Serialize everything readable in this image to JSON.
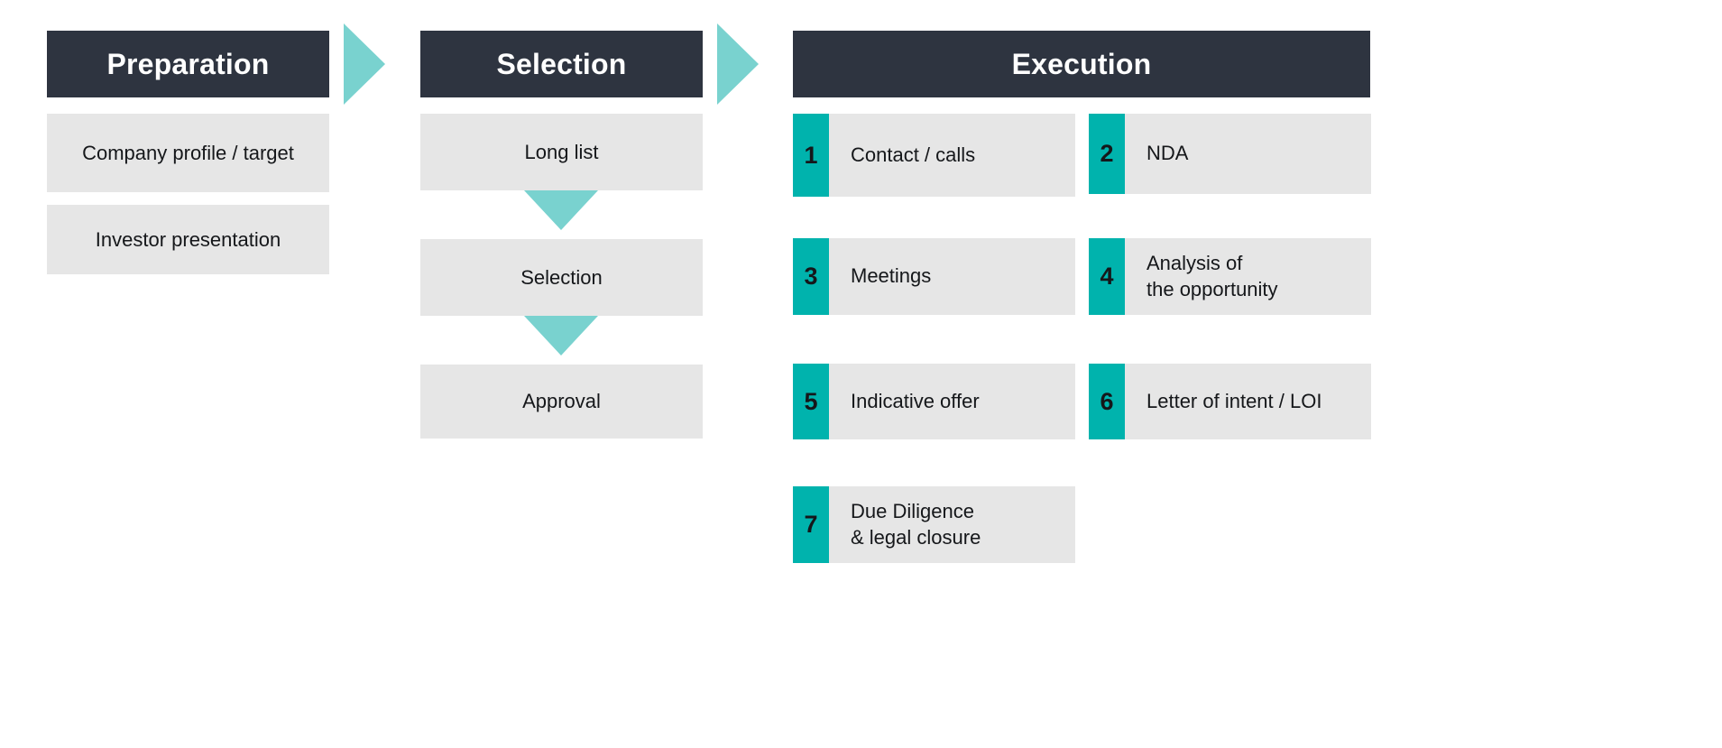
{
  "theme": {
    "header_bg": "#2e3440",
    "header_text": "#ffffff",
    "box_bg": "#e6e6e6",
    "box_text": "#15171a",
    "accent_teal": "#00b3ad",
    "arrow_teal": "#79d2cf",
    "page_bg": "#ffffff"
  },
  "columns": {
    "preparation": {
      "title": "Preparation",
      "items": [
        {
          "label": "Company profile / target"
        },
        {
          "label": "Investor presentation"
        }
      ]
    },
    "selection": {
      "title": "Selection",
      "items": [
        {
          "label": "Long list"
        },
        {
          "label": "Selection"
        },
        {
          "label": "Approval"
        }
      ]
    },
    "execution": {
      "title": "Execution",
      "steps": [
        {
          "number": "1",
          "line1": "Contact / calls",
          "line2": ""
        },
        {
          "number": "2",
          "line1": "NDA",
          "line2": ""
        },
        {
          "number": "3",
          "line1": "Meetings",
          "line2": ""
        },
        {
          "number": "4",
          "line1": "Analysis of",
          "line2": "the opportunity"
        },
        {
          "number": "5",
          "line1": "Indicative offer",
          "line2": ""
        },
        {
          "number": "6",
          "line1": "Letter of intent / LOI",
          "line2": ""
        },
        {
          "number": "7",
          "line1": "Due Diligence",
          "line2": "& legal closure"
        }
      ]
    }
  },
  "connectors": {
    "arrow_prep_to_selection": "arrow-right-icon",
    "arrow_selection_to_execution": "arrow-right-icon",
    "arrow_longlist_to_selection": "arrow-down-icon",
    "arrow_selection_to_approval": "arrow-down-icon"
  }
}
